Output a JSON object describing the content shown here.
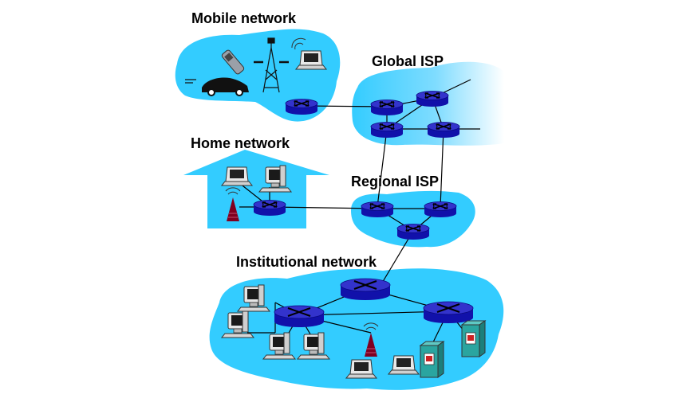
{
  "labels": {
    "mobile": "Mobile network",
    "global": "Global ISP",
    "home": "Home network",
    "regional": "Regional ISP",
    "institutional": "Institutional network"
  },
  "colors": {
    "cloud": "#33ccff",
    "router_top": "#3333cc",
    "router_side": "#1111aa",
    "tower": "#800020",
    "link": "#000000"
  },
  "icons": [
    "router-icon",
    "laptop-icon",
    "desktop-computer-icon",
    "server-icon",
    "wireless-access-point-icon",
    "cell-tower-icon",
    "car-icon",
    "cell-phone-icon"
  ]
}
